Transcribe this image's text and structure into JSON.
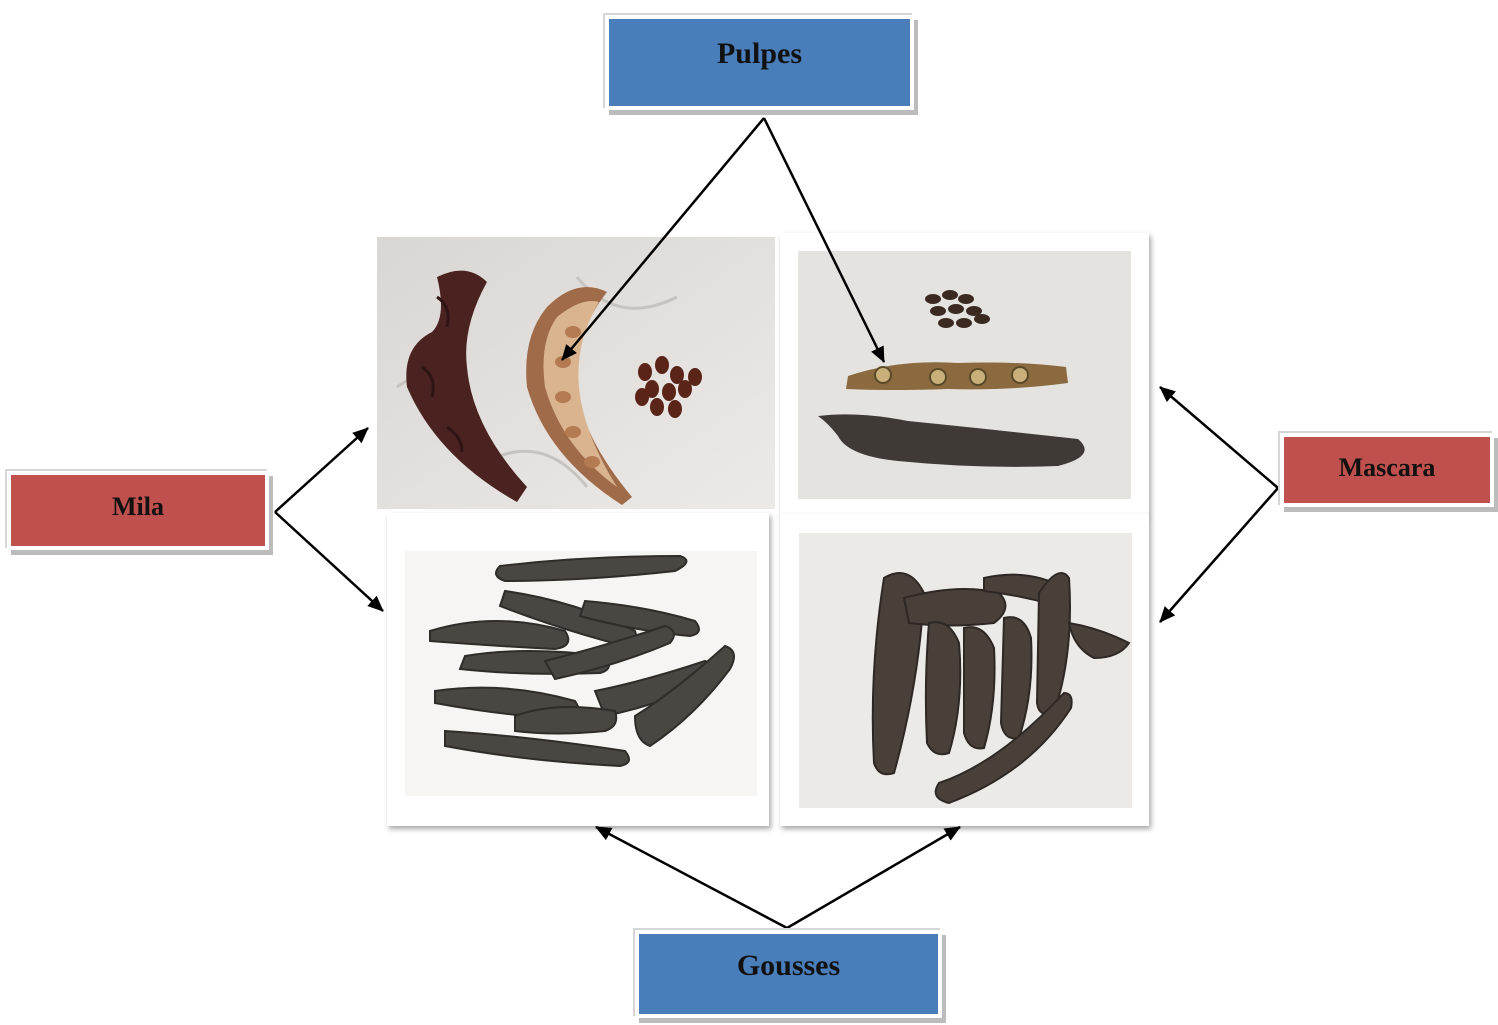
{
  "labels": {
    "top": "Pulpes",
    "left": "Mila",
    "right": "Mascara",
    "bottom": "Gousses"
  },
  "colors": {
    "blue_box": "#4a7ebb",
    "red_box": "#c0504d",
    "arrow": "#000000"
  },
  "photos": [
    {
      "name": "mila-pulp-photo",
      "content": "pods and seeds"
    },
    {
      "name": "mascara-pulp-photo",
      "content": "pods and seeds"
    },
    {
      "name": "mila-pods-photo",
      "content": "pile of pods"
    },
    {
      "name": "mascara-pods-photo",
      "content": "pile of pods"
    }
  ]
}
